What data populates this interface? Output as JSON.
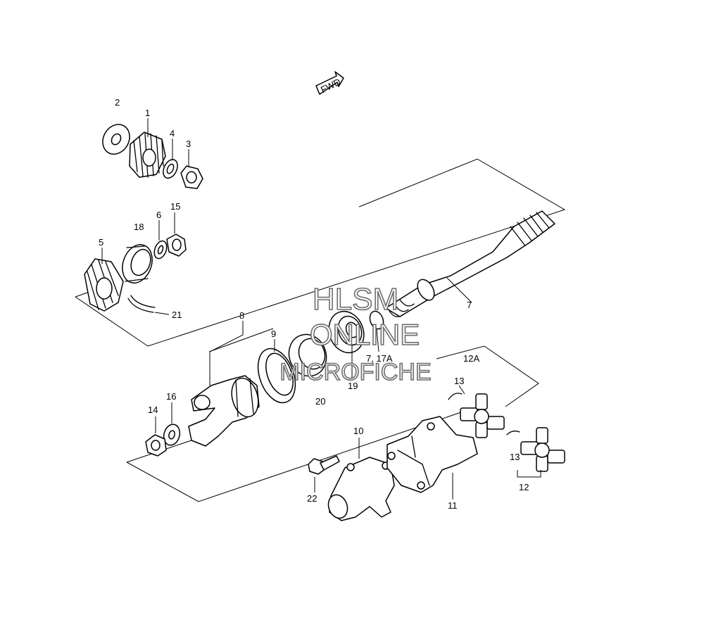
{
  "fwd_label": "FWD",
  "watermark": {
    "line1": "HLSM",
    "line2": "ONLINE",
    "line3": "MICROFICHE"
  },
  "labels": {
    "l1": "1",
    "l2": "2",
    "l3": "3",
    "l4": "4",
    "l5": "5",
    "l6": "6",
    "l7": "7",
    "l8": "8",
    "l9": "9",
    "l10": "10",
    "l11": "11",
    "l12": "12",
    "l12a": "12A",
    "l13a": "13",
    "l13b": "13",
    "l14": "14",
    "l15": "15",
    "l16": "16",
    "l17": "7, 17A",
    "l18": "18",
    "l19": "19",
    "l20": "20",
    "l21": "21",
    "l22": "22"
  }
}
